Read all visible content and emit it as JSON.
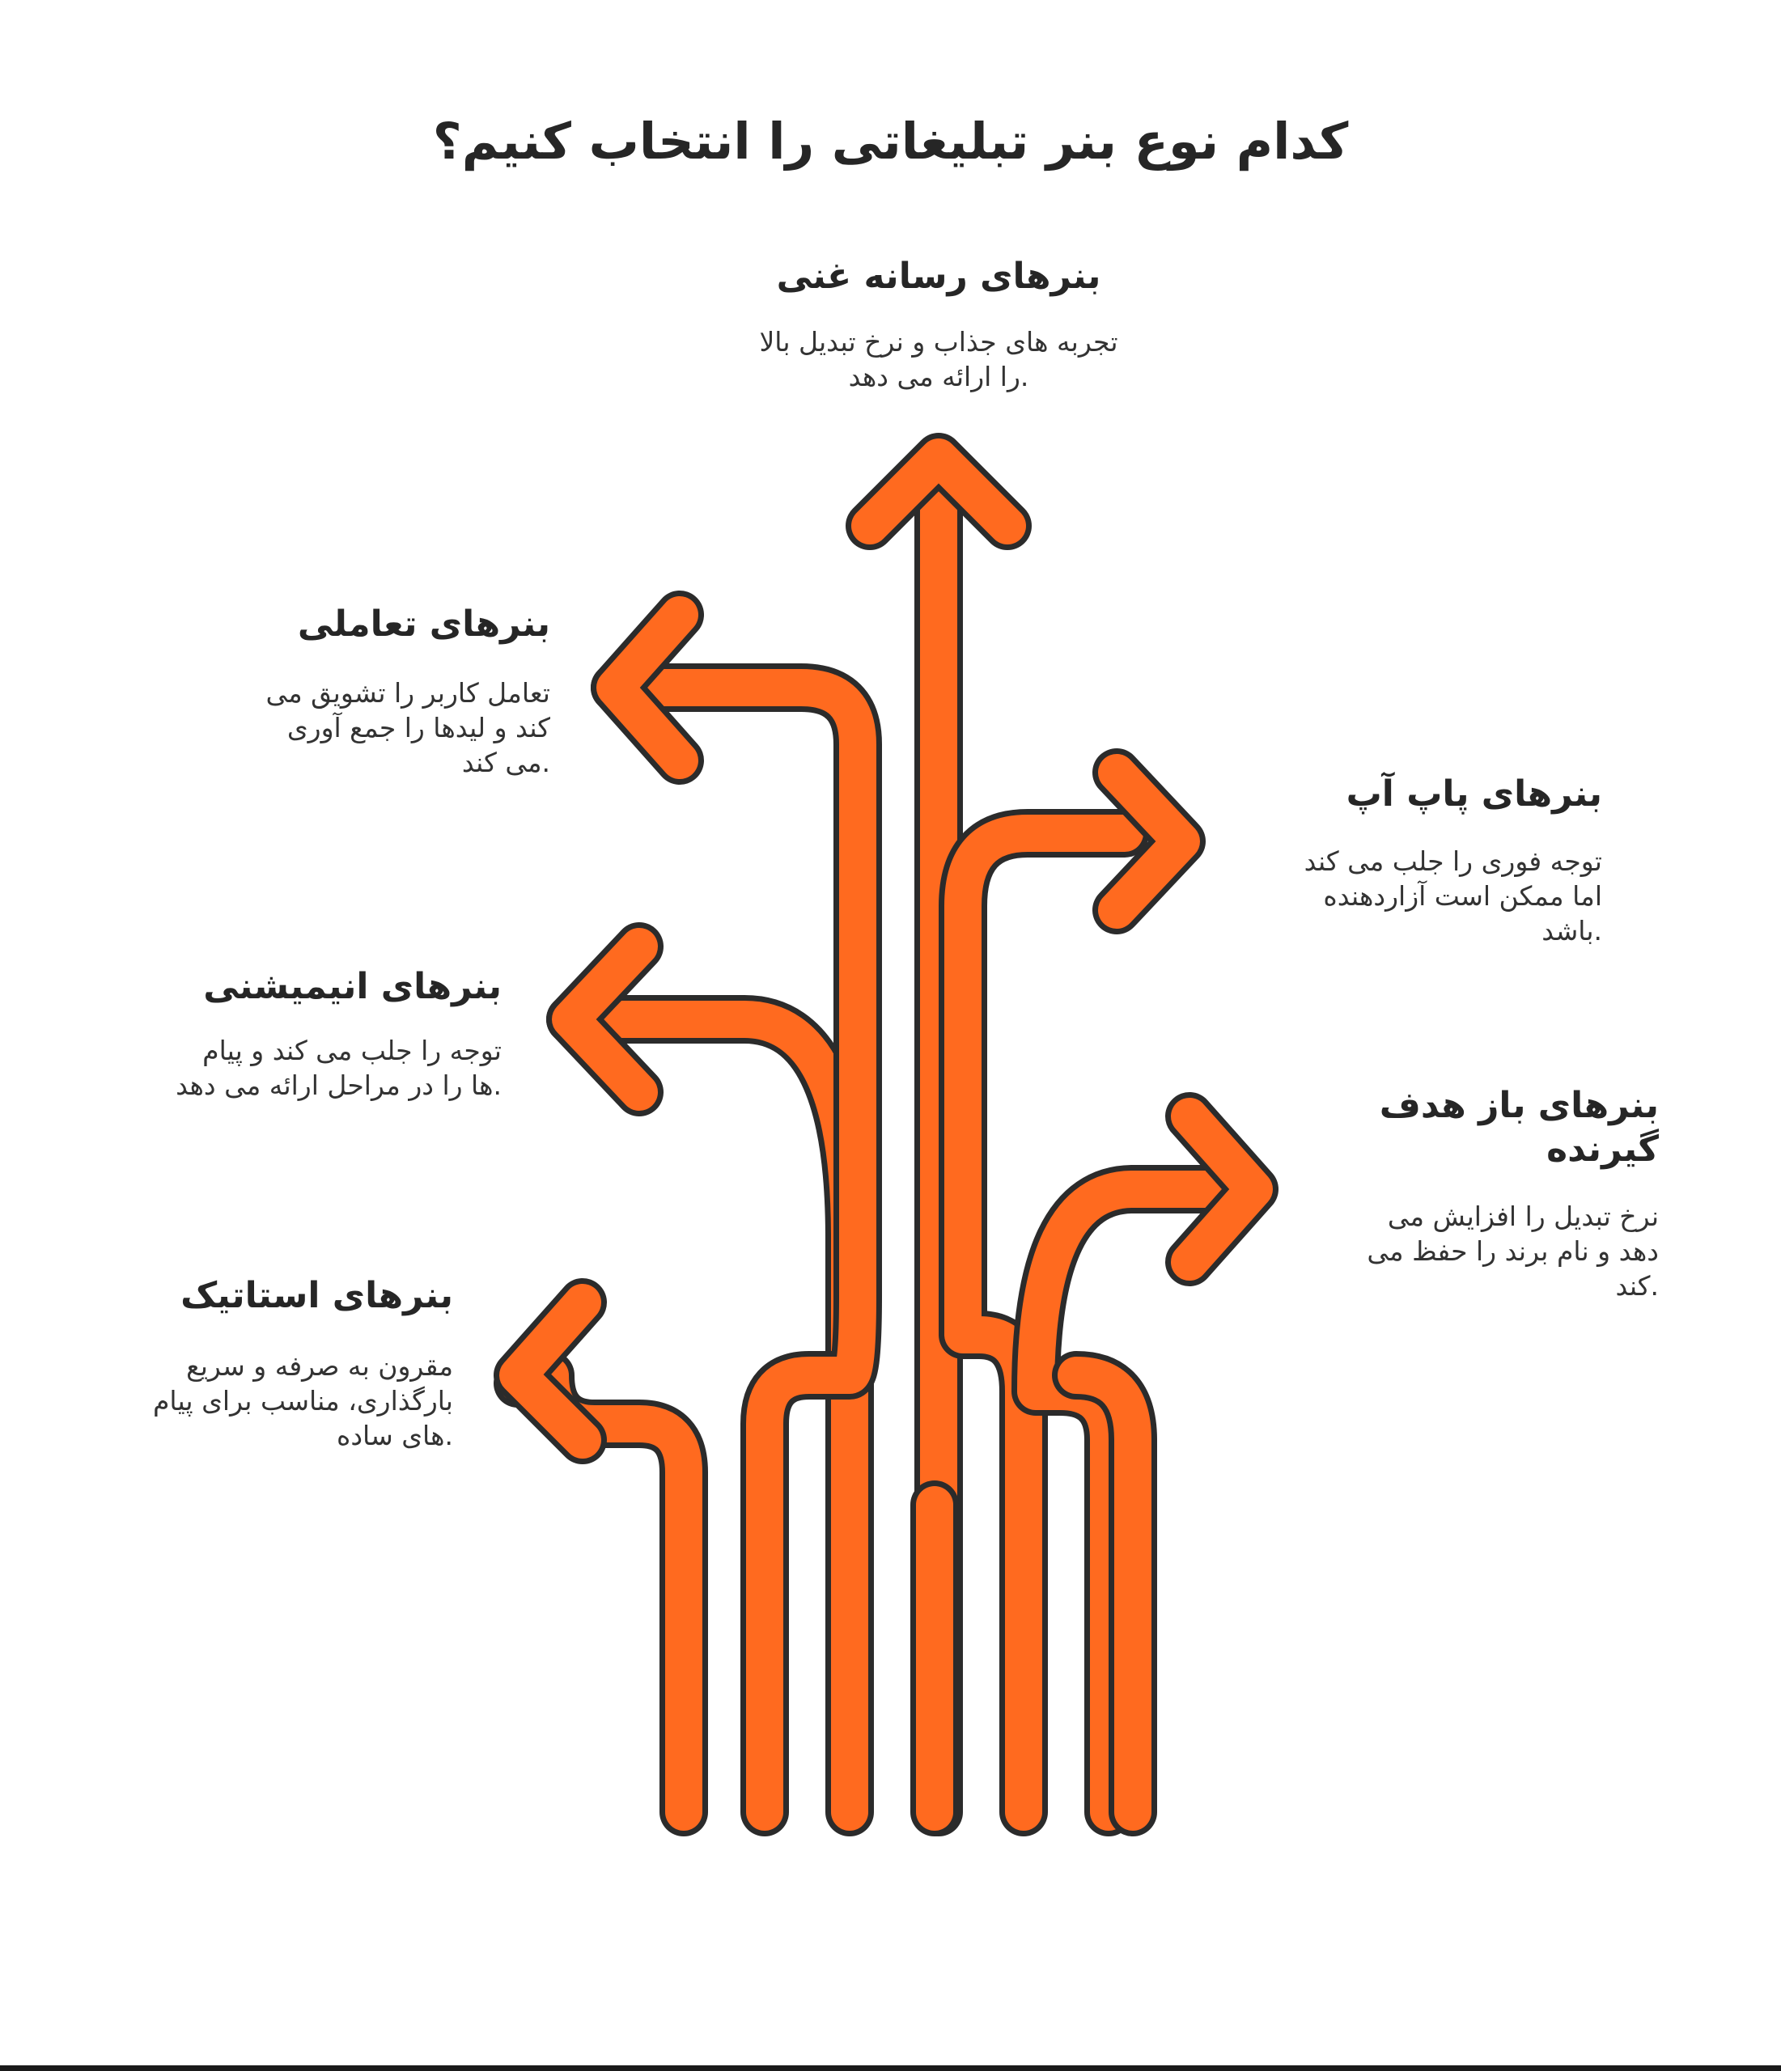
{
  "title": "کدام نوع بنر تبلیغاتی را انتخاب کنیم؟",
  "colors": {
    "accent": "#ff6a1f",
    "outline": "#2b2b2b",
    "background": "#ffffff"
  },
  "options": {
    "rich_media": {
      "heading": "بنرهای رسانه غنی",
      "line1": "تجربه های جذاب و نرخ تبدیل بالا",
      "line2": ".را ارائه می دهد"
    },
    "interactive": {
      "heading": "بنرهای تعاملی",
      "line1": "تعامل کاربر را تشویق می",
      "line2": "کند و لیدها را جمع آوری",
      "line3": ".می کند"
    },
    "popup": {
      "heading": "بنرهای پاپ آپ",
      "line1": "توجه فوری را جلب می کند",
      "line2": "اما ممکن است آزاردهنده",
      "line3": ".باشد"
    },
    "animated": {
      "heading": "بنرهای انیمیشنی",
      "line1": "توجه را جلب می کند و پیام",
      "line2": ".ها را در مراحل ارائه می دهد"
    },
    "retargeting": {
      "heading1": "بنرهای باز هدف",
      "heading2": "گیرنده",
      "line1": "نرخ تبدیل را افزایش می",
      "line2": "دهد و نام برند را حفظ می",
      "line3": ".کند"
    },
    "static": {
      "heading": "بنرهای استاتیک",
      "line1": "مقرون به صرفه و سریع",
      "line2": "بارگذاری، مناسب برای پیام",
      "line3": ".های ساده"
    }
  }
}
